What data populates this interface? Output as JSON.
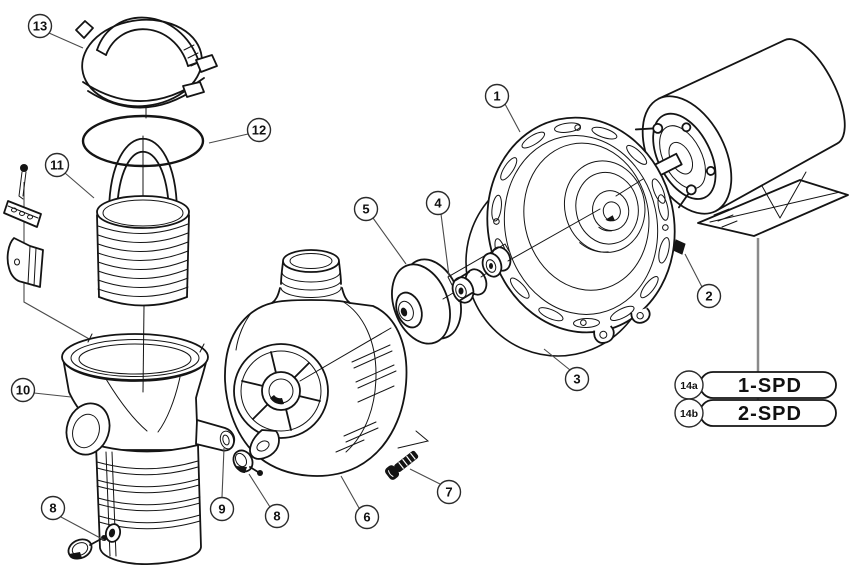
{
  "figure": {
    "kind": "exploded-parts-diagram",
    "subject": "pool pump assembly exploded view"
  },
  "callouts": {
    "c1": "1",
    "c2": "2",
    "c3": "3",
    "c4": "4",
    "c5": "5",
    "c6": "6",
    "c7": "7",
    "c8": "8",
    "c9": "9",
    "c10": "10",
    "c11": "11",
    "c12": "12",
    "c13": "13",
    "c14a": "14a",
    "c14b": "14b"
  },
  "speed_table": {
    "rows": [
      {
        "callout_ref": "c14a",
        "label": "1-SPD"
      },
      {
        "callout_ref": "c14b",
        "label": "2-SPD"
      }
    ]
  },
  "colors": {
    "line": "#141414",
    "leader": "#4a4a4a",
    "table_connector": "#8a8a8a",
    "background": "#ffffff"
  }
}
